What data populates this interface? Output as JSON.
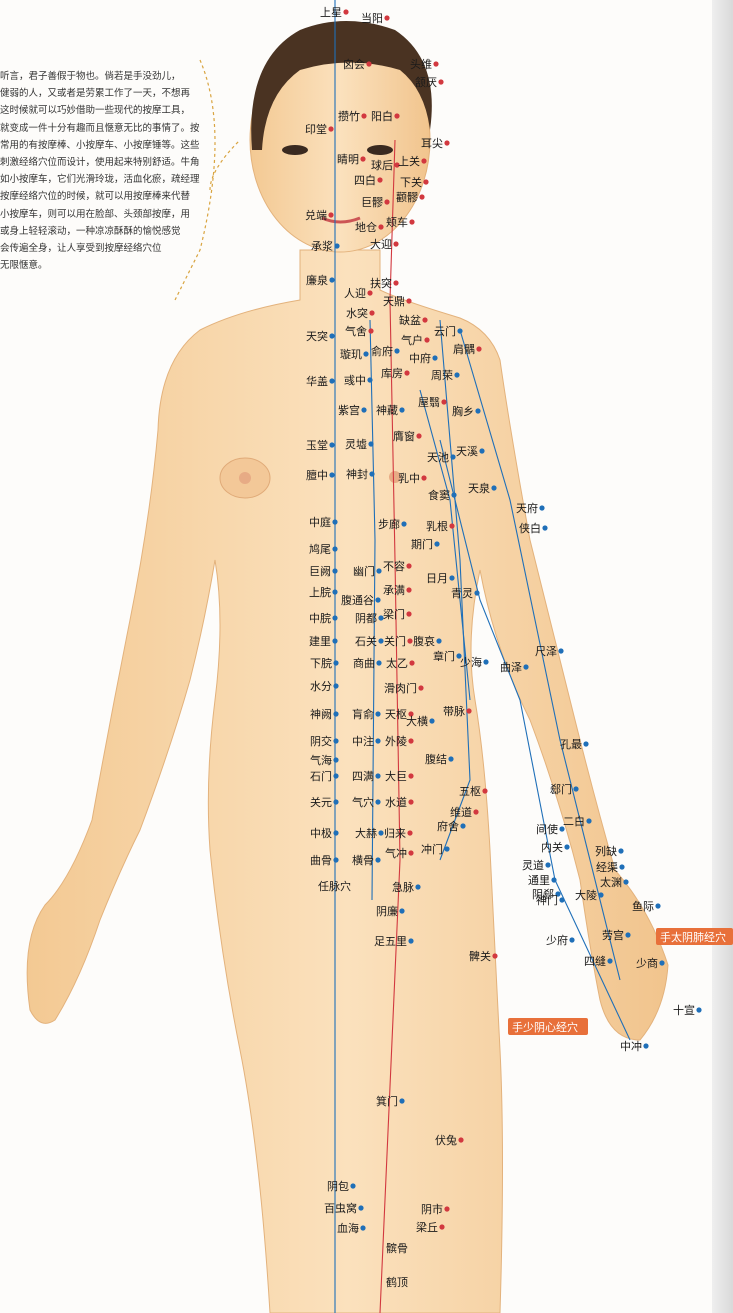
{
  "intro_lines": [
    "听言，君子善假于物也。倘若是手没劲儿，",
    "健弱的人，又或者是劳累工作了一天，不想再",
    "这时候就可以巧妙借助一些现代的按摩工具，",
    "就变成一件十分有趣而且惬意无比的事情了。按",
    "常用的有按摩棒、小按摩车、小按摩锤等。这些",
    "刺激经络穴位而设计，使用起来特别舒适。牛角",
    "如小按摩车，它们光滑玲珑，活血化瘀，疏经理",
    "按摩经络穴位的时候，就可以用按摩棒来代替",
    "小按摩车，则可以用在脸部、头颈部按摩，用",
    "或身上轻轻滚动，一种凉凉酥酥的愉悦感觉",
    "会传遍全身，让人享受到按摩经络穴位",
    "无限惬意。"
  ],
  "tags": [
    {
      "text": "手太阴肺经穴"
    },
    {
      "text": "手少阴心经穴"
    }
  ],
  "colors": {
    "blue_meridian": "#1f6fb8",
    "red_meridian": "#d2383f",
    "tag": "#e8703a",
    "skin": "#f8d6a8"
  },
  "points": [
    {
      "text": "上星",
      "meridian": "red"
    },
    {
      "text": "当阳",
      "meridian": "red"
    },
    {
      "text": "头维",
      "meridian": "red"
    },
    {
      "text": "颔厌",
      "meridian": "red"
    },
    {
      "text": "囟会",
      "meridian": "red"
    },
    {
      "text": "攒竹",
      "meridian": "red"
    },
    {
      "text": "阳白",
      "meridian": "red"
    },
    {
      "text": "印堂",
      "meridian": "red"
    },
    {
      "text": "耳尖",
      "meridian": "red"
    },
    {
      "text": "睛明",
      "meridian": "red"
    },
    {
      "text": "球后",
      "meridian": "red"
    },
    {
      "text": "上关",
      "meridian": "red"
    },
    {
      "text": "四白",
      "meridian": "red"
    },
    {
      "text": "下关",
      "meridian": "red"
    },
    {
      "text": "颧髎",
      "meridian": "red"
    },
    {
      "text": "巨髎",
      "meridian": "red"
    },
    {
      "text": "兑端",
      "meridian": "red"
    },
    {
      "text": "地仓",
      "meridian": "red"
    },
    {
      "text": "颊车",
      "meridian": "red"
    },
    {
      "text": "承浆",
      "meridian": "blue"
    },
    {
      "text": "大迎",
      "meridian": "red"
    },
    {
      "text": "廉泉",
      "meridian": "blue"
    },
    {
      "text": "扶突",
      "meridian": "red"
    },
    {
      "text": "人迎",
      "meridian": "red"
    },
    {
      "text": "天鼎",
      "meridian": "red"
    },
    {
      "text": "水突",
      "meridian": "red"
    },
    {
      "text": "缺盆",
      "meridian": "red"
    },
    {
      "text": "天突",
      "meridian": "blue"
    },
    {
      "text": "气舍",
      "meridian": "red"
    },
    {
      "text": "云门",
      "meridian": "blue"
    },
    {
      "text": "气户",
      "meridian": "red"
    },
    {
      "text": "肩髃",
      "meridian": "red"
    },
    {
      "text": "璇玑",
      "meridian": "blue"
    },
    {
      "text": "俞府",
      "meridian": "blue"
    },
    {
      "text": "中府",
      "meridian": "blue"
    },
    {
      "text": "库房",
      "meridian": "red"
    },
    {
      "text": "周荣",
      "meridian": "blue"
    },
    {
      "text": "华盖",
      "meridian": "blue"
    },
    {
      "text": "彧中",
      "meridian": "blue"
    },
    {
      "text": "紫宫",
      "meridian": "blue"
    },
    {
      "text": "神藏",
      "meridian": "blue"
    },
    {
      "text": "屋翳",
      "meridian": "red"
    },
    {
      "text": "胸乡",
      "meridian": "blue"
    },
    {
      "text": "膺窗",
      "meridian": "red"
    },
    {
      "text": "玉堂",
      "meridian": "blue"
    },
    {
      "text": "灵墟",
      "meridian": "blue"
    },
    {
      "text": "天溪",
      "meridian": "blue"
    },
    {
      "text": "天池",
      "meridian": "blue"
    },
    {
      "text": "膻中",
      "meridian": "blue"
    },
    {
      "text": "神封",
      "meridian": "blue"
    },
    {
      "text": "乳中",
      "meridian": "red"
    },
    {
      "text": "食窦",
      "meridian": "blue"
    },
    {
      "text": "天泉",
      "meridian": "blue"
    },
    {
      "text": "天府",
      "meridian": "blue"
    },
    {
      "text": "侠白",
      "meridian": "blue"
    },
    {
      "text": "中庭",
      "meridian": "blue"
    },
    {
      "text": "步廊",
      "meridian": "blue"
    },
    {
      "text": "乳根",
      "meridian": "red"
    },
    {
      "text": "鸠尾",
      "meridian": "blue"
    },
    {
      "text": "期门",
      "meridian": "blue"
    },
    {
      "text": "巨阙",
      "meridian": "blue"
    },
    {
      "text": "幽门",
      "meridian": "blue"
    },
    {
      "text": "不容",
      "meridian": "red"
    },
    {
      "text": "日月",
      "meridian": "blue"
    },
    {
      "text": "承满",
      "meridian": "red"
    },
    {
      "text": "上脘",
      "meridian": "blue"
    },
    {
      "text": "腹通谷",
      "meridian": "blue"
    },
    {
      "text": "青灵",
      "meridian": "blue"
    },
    {
      "text": "中脘",
      "meridian": "blue"
    },
    {
      "text": "阴都",
      "meridian": "blue"
    },
    {
      "text": "梁门",
      "meridian": "red"
    },
    {
      "text": "建里",
      "meridian": "blue"
    },
    {
      "text": "石关",
      "meridian": "blue"
    },
    {
      "text": "关门",
      "meridian": "red"
    },
    {
      "text": "腹哀",
      "meridian": "blue"
    },
    {
      "text": "尺泽",
      "meridian": "blue"
    },
    {
      "text": "下脘",
      "meridian": "blue"
    },
    {
      "text": "商曲",
      "meridian": "blue"
    },
    {
      "text": "太乙",
      "meridian": "red"
    },
    {
      "text": "章门",
      "meridian": "blue"
    },
    {
      "text": "少海",
      "meridian": "blue"
    },
    {
      "text": "曲泽",
      "meridian": "blue"
    },
    {
      "text": "水分",
      "meridian": "blue"
    },
    {
      "text": "滑肉门",
      "meridian": "red"
    },
    {
      "text": "带脉",
      "meridian": "red"
    },
    {
      "text": "神阙",
      "meridian": "blue"
    },
    {
      "text": "肓俞",
      "meridian": "blue"
    },
    {
      "text": "天枢",
      "meridian": "red"
    },
    {
      "text": "大横",
      "meridian": "blue"
    },
    {
      "text": "阴交",
      "meridian": "blue"
    },
    {
      "text": "中注",
      "meridian": "blue"
    },
    {
      "text": "外陵",
      "meridian": "red"
    },
    {
      "text": "孔最",
      "meridian": "blue"
    },
    {
      "text": "气海",
      "meridian": "blue"
    },
    {
      "text": "腹结",
      "meridian": "blue"
    },
    {
      "text": "石门",
      "meridian": "blue"
    },
    {
      "text": "四满",
      "meridian": "blue"
    },
    {
      "text": "大巨",
      "meridian": "red"
    },
    {
      "text": "五枢",
      "meridian": "red"
    },
    {
      "text": "郄门",
      "meridian": "blue"
    },
    {
      "text": "关元",
      "meridian": "blue"
    },
    {
      "text": "气穴",
      "meridian": "blue"
    },
    {
      "text": "水道",
      "meridian": "red"
    },
    {
      "text": "维道",
      "meridian": "red"
    },
    {
      "text": "二白",
      "meridian": "blue"
    },
    {
      "text": "府舍",
      "meridian": "blue"
    },
    {
      "text": "中极",
      "meridian": "blue"
    },
    {
      "text": "大赫",
      "meridian": "blue"
    },
    {
      "text": "归来",
      "meridian": "red"
    },
    {
      "text": "间使",
      "meridian": "blue"
    },
    {
      "text": "冲门",
      "meridian": "blue"
    },
    {
      "text": "内关",
      "meridian": "blue"
    },
    {
      "text": "列缺",
      "meridian": "blue"
    },
    {
      "text": "曲骨",
      "meridian": "blue"
    },
    {
      "text": "横骨",
      "meridian": "blue"
    },
    {
      "text": "气冲",
      "meridian": "red"
    },
    {
      "text": "经渠",
      "meridian": "blue"
    },
    {
      "text": "灵道",
      "meridian": "blue"
    },
    {
      "text": "任脉穴",
      "meridian": "none"
    },
    {
      "text": "急脉",
      "meridian": "blue"
    },
    {
      "text": "通里",
      "meridian": "blue"
    },
    {
      "text": "太渊",
      "meridian": "blue"
    },
    {
      "text": "阴郄",
      "meridian": "blue"
    },
    {
      "text": "大陵",
      "meridian": "blue"
    },
    {
      "text": "神门",
      "meridian": "blue"
    },
    {
      "text": "鱼际",
      "meridian": "blue"
    },
    {
      "text": "阴廉",
      "meridian": "blue"
    },
    {
      "text": "少府",
      "meridian": "blue"
    },
    {
      "text": "劳宫",
      "meridian": "blue"
    },
    {
      "text": "足五里",
      "meridian": "blue"
    },
    {
      "text": "髀关",
      "meridian": "red"
    },
    {
      "text": "四缝",
      "meridian": "blue"
    },
    {
      "text": "少商",
      "meridian": "blue"
    },
    {
      "text": "十宣",
      "meridian": "blue"
    },
    {
      "text": "中冲",
      "meridian": "blue"
    },
    {
      "text": "箕门",
      "meridian": "blue"
    },
    {
      "text": "伏兔",
      "meridian": "red"
    },
    {
      "text": "阴包",
      "meridian": "blue"
    },
    {
      "text": "阴市",
      "meridian": "red"
    },
    {
      "text": "百虫窝",
      "meridian": "blue"
    },
    {
      "text": "血海",
      "meridian": "blue"
    },
    {
      "text": "梁丘",
      "meridian": "red"
    },
    {
      "text": "髌骨",
      "meridian": "none"
    },
    {
      "text": "鹤顶",
      "meridian": "none"
    }
  ]
}
